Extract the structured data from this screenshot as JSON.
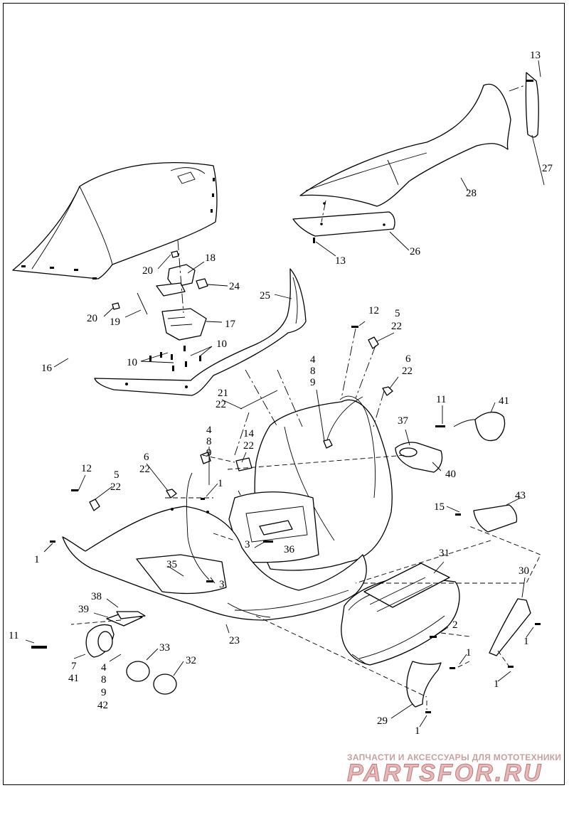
{
  "watermark": {
    "tagline": "ЗАПЧАСТИ И АКСЕССУАРЫ ДЛЯ МОТОТЕХНИКИ",
    "logo": "PARTSFOR.RU",
    "color": "#e8b7b7"
  },
  "callouts": {
    "c13a": "13",
    "c27": "27",
    "c28": "28",
    "c26": "26",
    "c13b": "13",
    "c18": "18",
    "c24": "24",
    "c25": "25",
    "c20a": "20",
    "c20b": "20",
    "c19": "19",
    "c17": "17",
    "c10a": "10",
    "c10b": "10",
    "c16": "16",
    "c12a": "12",
    "c5a": "5",
    "c22a": "22",
    "c4a": "4",
    "c8a": "8",
    "c9a": "9",
    "c6a": "6",
    "c22b": "22",
    "c21": "21",
    "c22c": "22",
    "c11a": "11",
    "c41a": "41",
    "c4b": "4",
    "c8b": "8",
    "c9b": "9",
    "c14": "14",
    "c22d": "22",
    "c37": "37",
    "c40": "40",
    "c12b": "12",
    "c5b": "5",
    "c22e": "22",
    "c6b": "6",
    "c22f": "22",
    "c1a": "1",
    "c1b": "1",
    "c15": "15",
    "c43": "43",
    "c3a": "3",
    "c36": "36",
    "c31": "31",
    "c35": "35",
    "c3b": "3",
    "c30": "30",
    "c38": "38",
    "c39": "39",
    "c11b": "11",
    "c2": "2",
    "c1c": "1",
    "c23": "23",
    "c7": "7",
    "c41b": "41",
    "c4c": "4",
    "c8c": "8",
    "c9c": "9",
    "c42": "42",
    "c33": "33",
    "c32": "32",
    "c1d": "1",
    "c1e": "1",
    "c29": "29",
    "c1f": "1"
  }
}
